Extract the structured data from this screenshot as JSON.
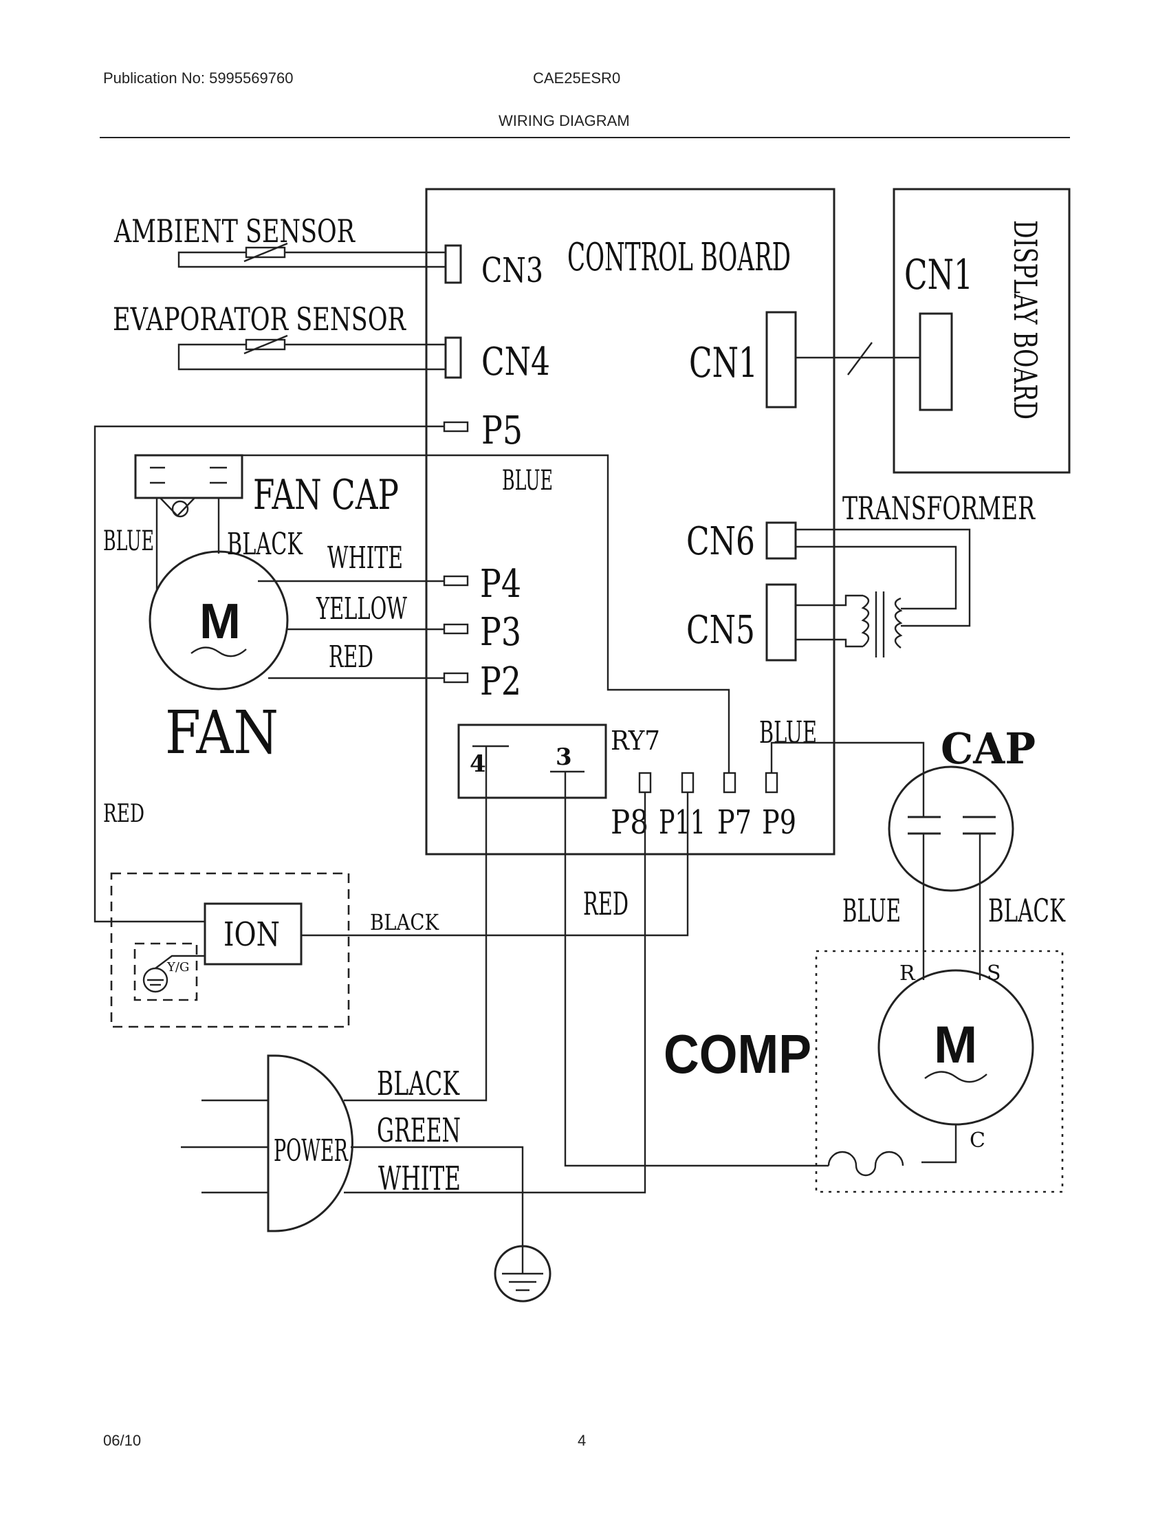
{
  "header": {
    "publication": "Publication No: 5995569760",
    "model": "CAE25ESR0",
    "section_title": "WIRING DIAGRAM"
  },
  "footer": {
    "date": "06/10",
    "page_number": "4"
  },
  "diagram": {
    "ambient_sensor": "AMBIENT SENSOR",
    "evaporator_sensor": "EVAPORATOR SENSOR",
    "control_board": "CONTROL BOARD",
    "display_board": "DISPLAY BOARD",
    "cn3": "CN3",
    "cn4": "CN4",
    "cn1_control": "CN1",
    "cn1_display": "CN1",
    "cn5": "CN5",
    "cn6": "CN6",
    "transformer": "TRANSFORMER",
    "p5": "P5",
    "p4": "P4",
    "p3": "P3",
    "p2": "P2",
    "p7": "P7",
    "p8": "P8",
    "p9": "P9",
    "p11": "P11",
    "ry7": "RY7",
    "relay_pin_4": "4",
    "relay_pin_3": "3",
    "fan_cap": "FAN CAP",
    "fan": "FAN",
    "fan_motor": "M",
    "wire_blue_p5": "BLUE",
    "wire_blue_fan": "BLUE",
    "wire_black_fan": "BLACK",
    "wire_white": "WHITE",
    "wire_yellow": "YELLOW",
    "wire_red_fan": "RED",
    "wire_red_left": "RED",
    "wire_black_ion": "BLACK",
    "wire_red_middle": "RED",
    "wire_blue_p9": "BLUE",
    "wire_blue_cap": "BLUE",
    "wire_black_cap": "BLACK",
    "ion": "ION",
    "ground_yg": "Y/G",
    "cap": "CAP",
    "comp": "COMP",
    "comp_motor": "M",
    "comp_r": "R",
    "comp_s": "S",
    "comp_c": "C",
    "power": "POWER",
    "wire_black_power": "BLACK",
    "wire_green_power": "GREEN",
    "wire_white_power": "WHITE"
  }
}
